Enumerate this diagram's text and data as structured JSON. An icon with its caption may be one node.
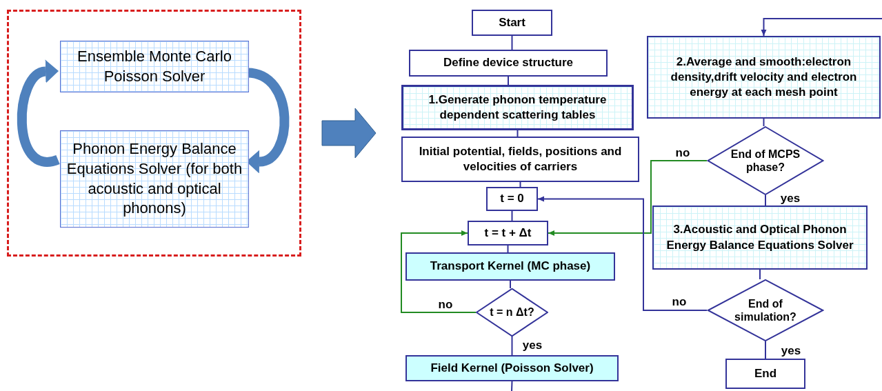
{
  "diagram": {
    "nodes": [
      {
        "text": [],
        "shape": "box"
      },
      {
        "text": [
          "Ensemble Monte Carlo Poisson Solver"
        ],
        "in": 0
      },
      {
        "text": [
          "Phonon Energy Balance Equations Solver (for both acoustic and optical phonons)"
        ],
        "in": 0
      },
      {
        "text": [
          "Start"
        ]
      },
      {
        "text": [
          "Define device structure"
        ]
      },
      {
        "text": [
          "1.Generate phonon temperature dependent scattering tables"
        ]
      },
      {
        "text": [
          "Initial potential, fields, positions and velocities of carriers"
        ]
      },
      {
        "text": [
          "t = 0"
        ]
      },
      {
        "text": [
          "t = t + Δt"
        ]
      },
      {
        "text": [
          "Transport Kernel (MC phase)"
        ]
      },
      {
        "text": [
          "t = n Δt?"
        ]
      },
      {
        "text": [
          "Field Kernel (Poisson Solver)"
        ]
      },
      {
        "text": [
          "2.Average and smooth:electron density,drift velocity and electron energy at each mesh point"
        ]
      },
      {
        "text": [
          "End of MCPS phase?"
        ]
      },
      {
        "text": [
          "3.Acoustic and Optical Phonon Energy Balance Equations Solver"
        ]
      },
      {
        "text": [
          "End of simulation?"
        ]
      },
      {
        "text": [
          "End"
        ]
      }
    ],
    "edges": [
      {
        "from": 1,
        "to": 2,
        "arrow": "to",
        "style": "thick"
      },
      {
        "from": 2,
        "to": 1,
        "arrow": "to",
        "style": "thick"
      },
      {
        "from": 0,
        "to": null,
        "arrow": "to",
        "style": "thick"
      },
      {
        "from": 3,
        "to": 4,
        "arrow": "none"
      },
      {
        "from": 4,
        "to": 5,
        "arrow": "none"
      },
      {
        "from": 5,
        "to": 6,
        "arrow": "none"
      },
      {
        "from": 6,
        "to": 7,
        "arrow": "none"
      },
      {
        "from": 7,
        "to": 8,
        "arrow": "none"
      },
      {
        "from": 8,
        "to": 9,
        "arrow": "none"
      },
      {
        "from": 9,
        "to": 10,
        "arrow": "none"
      },
      {
        "from": 10,
        "to": 11,
        "arrow": "none",
        "label": "yes"
      },
      {
        "from": 10,
        "to": 8,
        "arrow": "to",
        "label": "no",
        "color": "#228b22"
      },
      {
        "from": 11,
        "to": null,
        "arrow": "none"
      },
      {
        "from": null,
        "to": 12,
        "arrow": "to"
      },
      {
        "from": 12,
        "to": 13,
        "arrow": "none"
      },
      {
        "from": 13,
        "to": 14,
        "arrow": "none",
        "label": "yes"
      },
      {
        "from": 13,
        "to": 8,
        "arrow": "to",
        "label": "no",
        "color": "#228b22"
      },
      {
        "from": 14,
        "to": 15,
        "arrow": "none"
      },
      {
        "from": 15,
        "to": 16,
        "arrow": "none",
        "label": "yes"
      },
      {
        "from": 15,
        "to": 7,
        "arrow": "to",
        "label": "no"
      }
    ]
  }
}
